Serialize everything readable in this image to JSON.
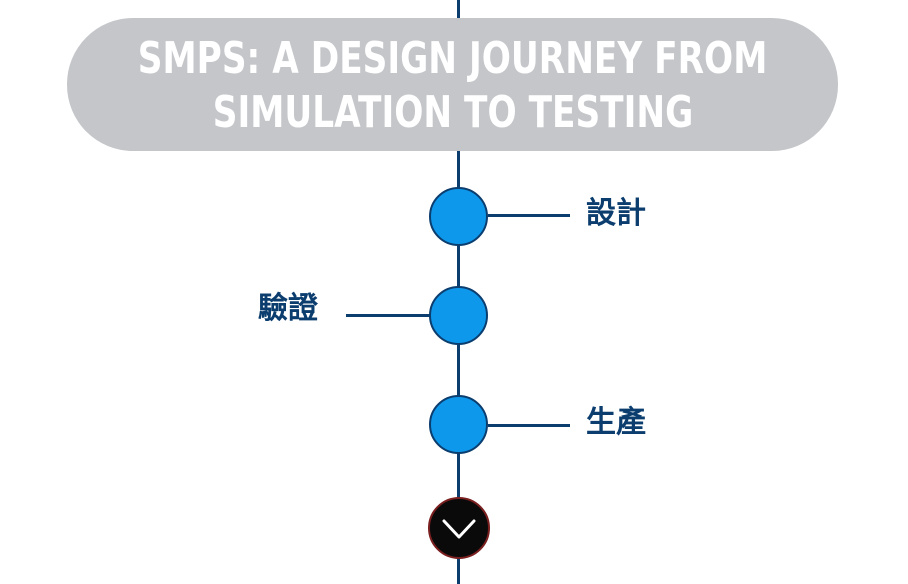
{
  "title": {
    "line1": "SMPS: A DESIGN JOURNEY FROM",
    "line2": "SIMULATION TO TESTING"
  },
  "steps": [
    {
      "label": "設計",
      "side": "right"
    },
    {
      "label": "驗證",
      "side": "left"
    },
    {
      "label": "生產",
      "side": "right"
    }
  ],
  "expand_icon": "chevron-down-icon",
  "colors": {
    "node_fill": "#0d98ec",
    "line": "#0b3d6e",
    "label_text": "#0b3d6e",
    "title_bg": "#c4c6c9",
    "title_text": "#ffffff"
  }
}
